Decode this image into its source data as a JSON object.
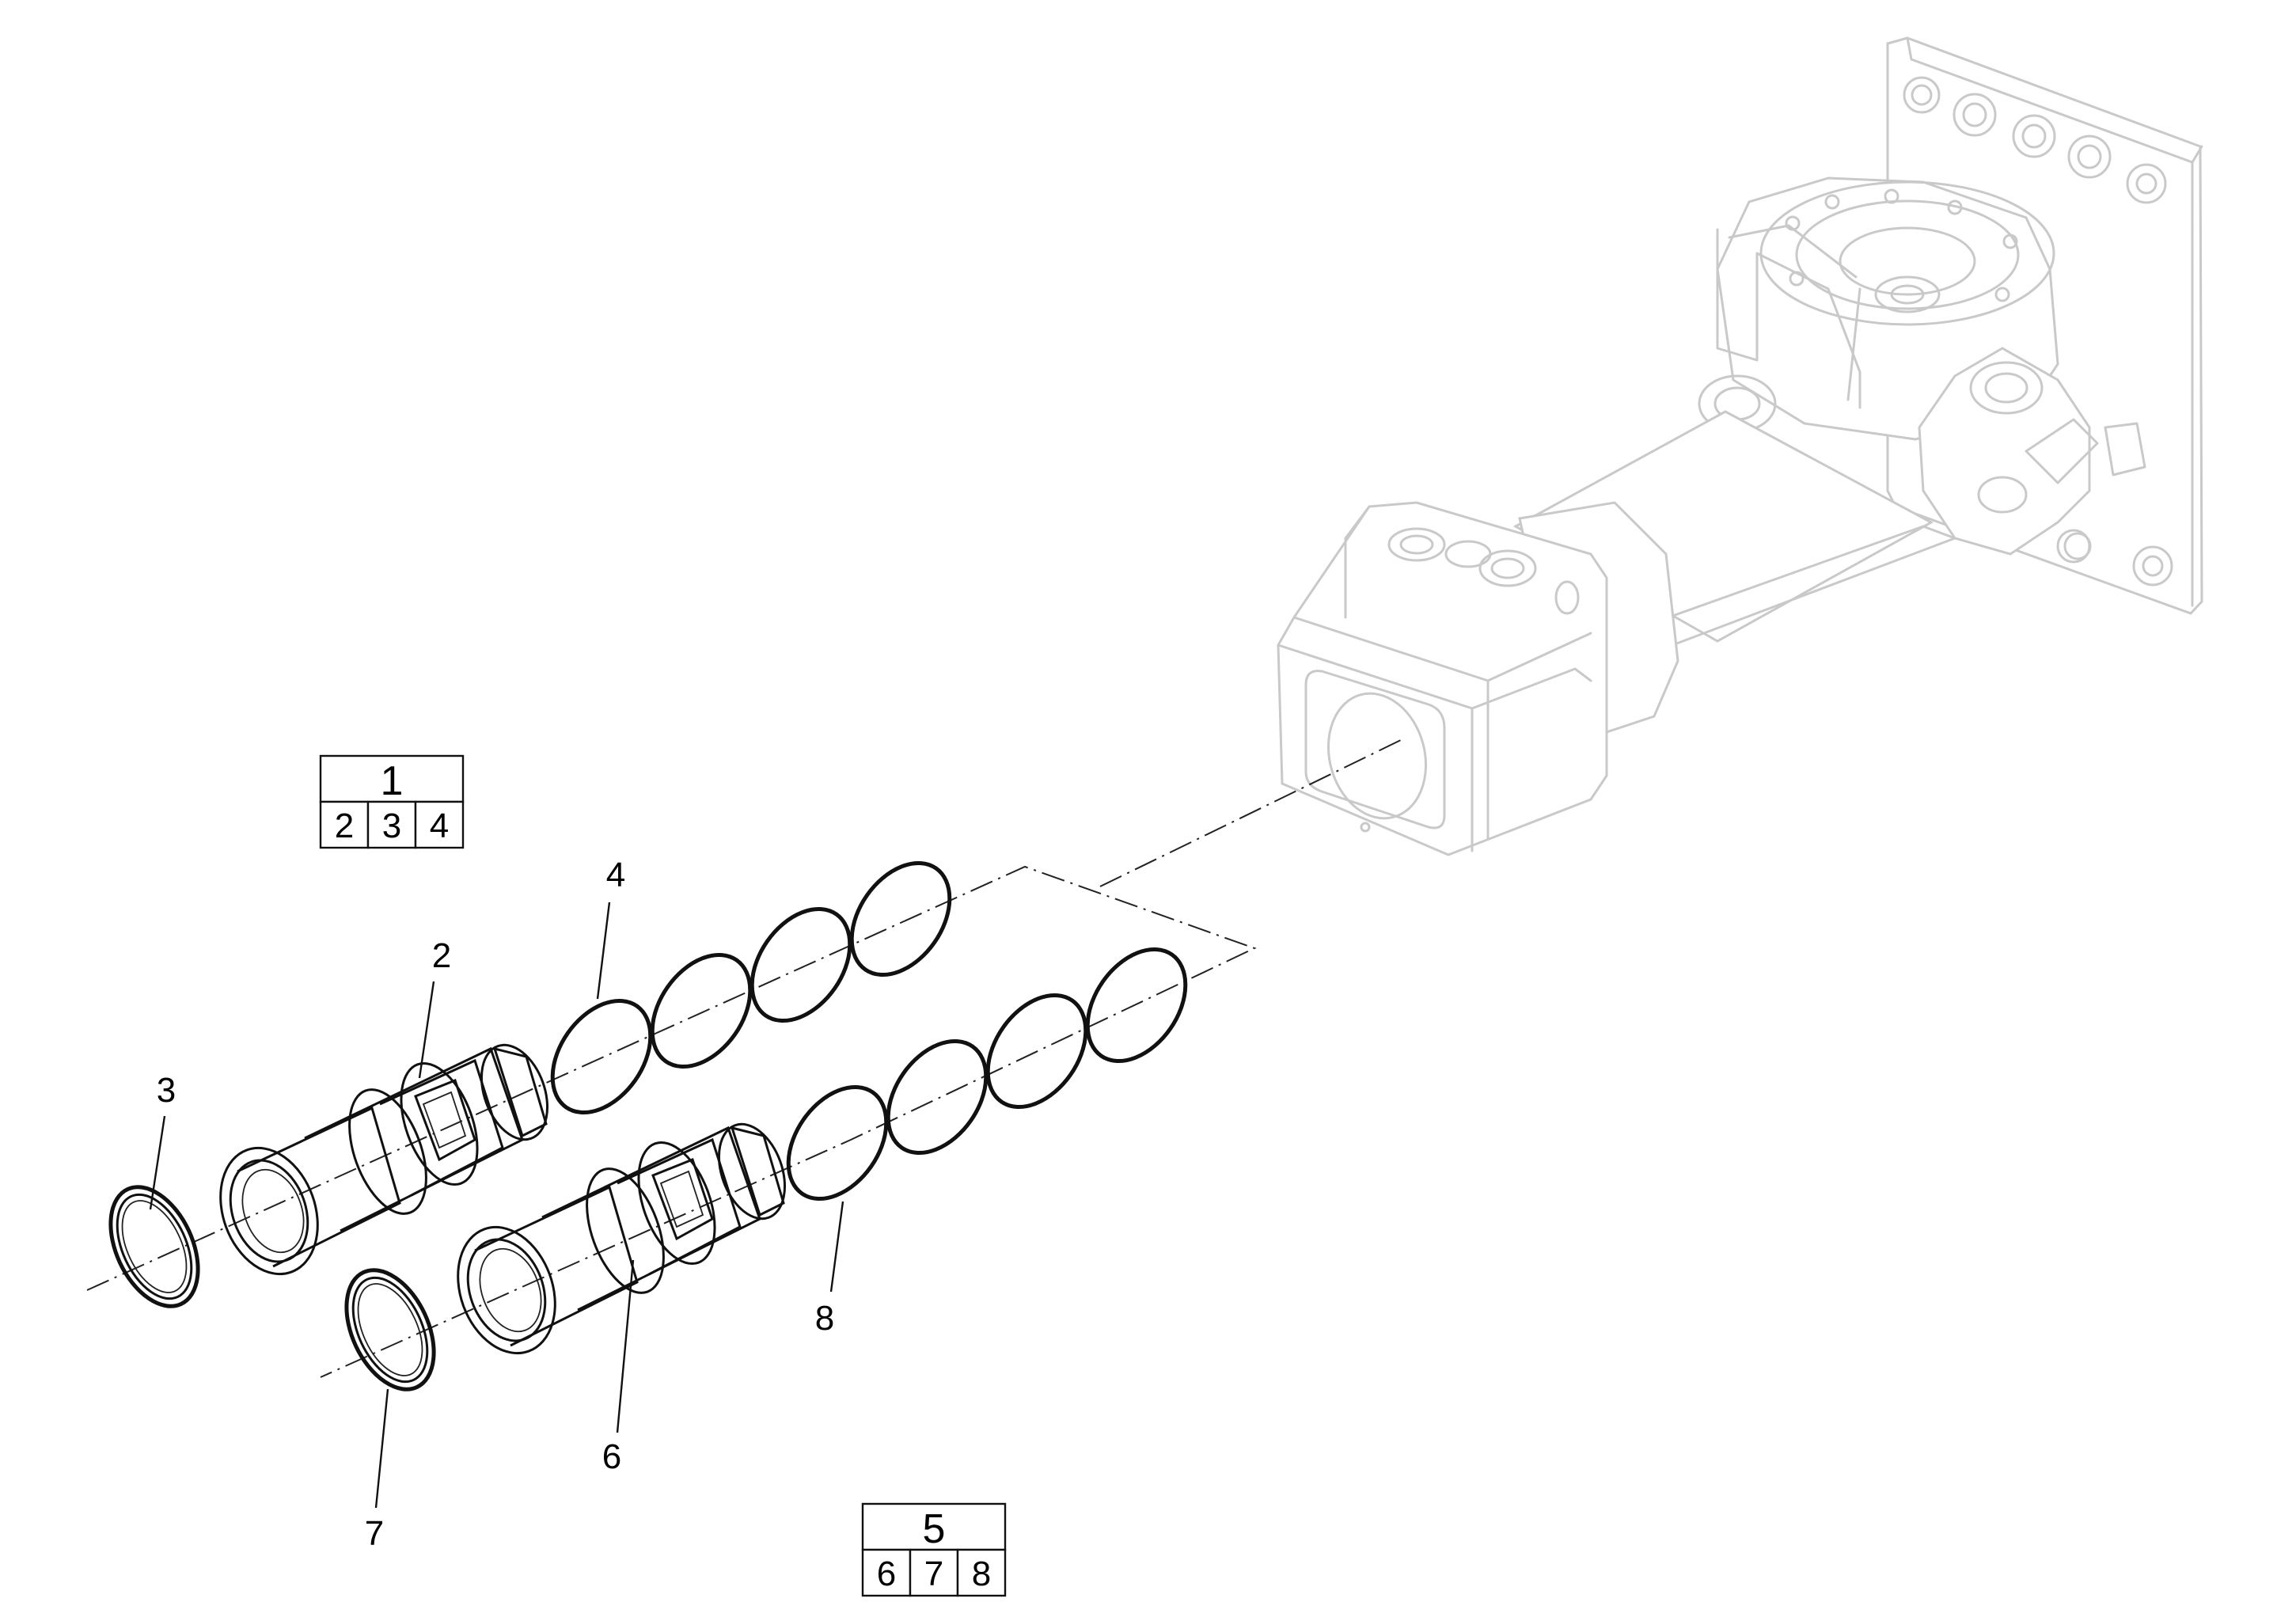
{
  "diagram": {
    "callouts": {
      "c2": "2",
      "c3": "3",
      "c4": "4",
      "c6": "6",
      "c7": "7",
      "c8": "8"
    },
    "kit_boxes": [
      {
        "main": "1",
        "items": [
          "2",
          "3",
          "4"
        ]
      },
      {
        "main": "5",
        "items": [
          "6",
          "7",
          "8"
        ]
      }
    ]
  }
}
